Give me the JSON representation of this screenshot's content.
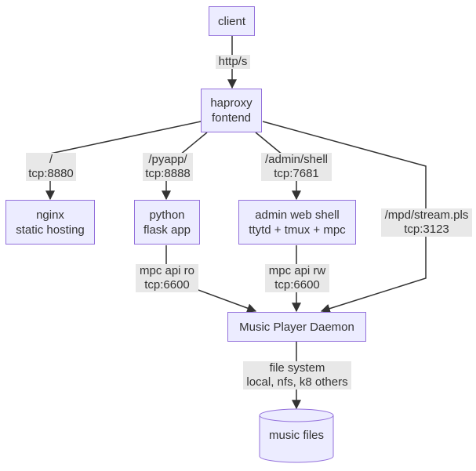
{
  "nodes": {
    "client": "client",
    "haproxy": "haproxy\nfontend",
    "nginx": "nginx\nstatic hosting",
    "python": "python\nflask app",
    "admin": "admin web shell\nttytd + tmux + mpc",
    "mpd": "Music Player Daemon",
    "files": "music files"
  },
  "edges": {
    "client_haproxy": "http/s",
    "haproxy_nginx": "/\ntcp:8880",
    "haproxy_python": "/pyapp/\ntcp:8888",
    "haproxy_admin": "/admin/shell\ntcp:7681",
    "haproxy_mpd": "/mpd/stream.pls\ntcp:3123",
    "python_mpd": "mpc api ro\ntcp:6600",
    "admin_mpd": "mpc api rw\ntcp:6600",
    "mpd_files": "file system\nlocal, nfs, k8 others"
  },
  "colors": {
    "node_fill": "#ececff",
    "node_stroke": "#9370db",
    "edge": "#333333",
    "label_bg": "#e8e8e8"
  }
}
